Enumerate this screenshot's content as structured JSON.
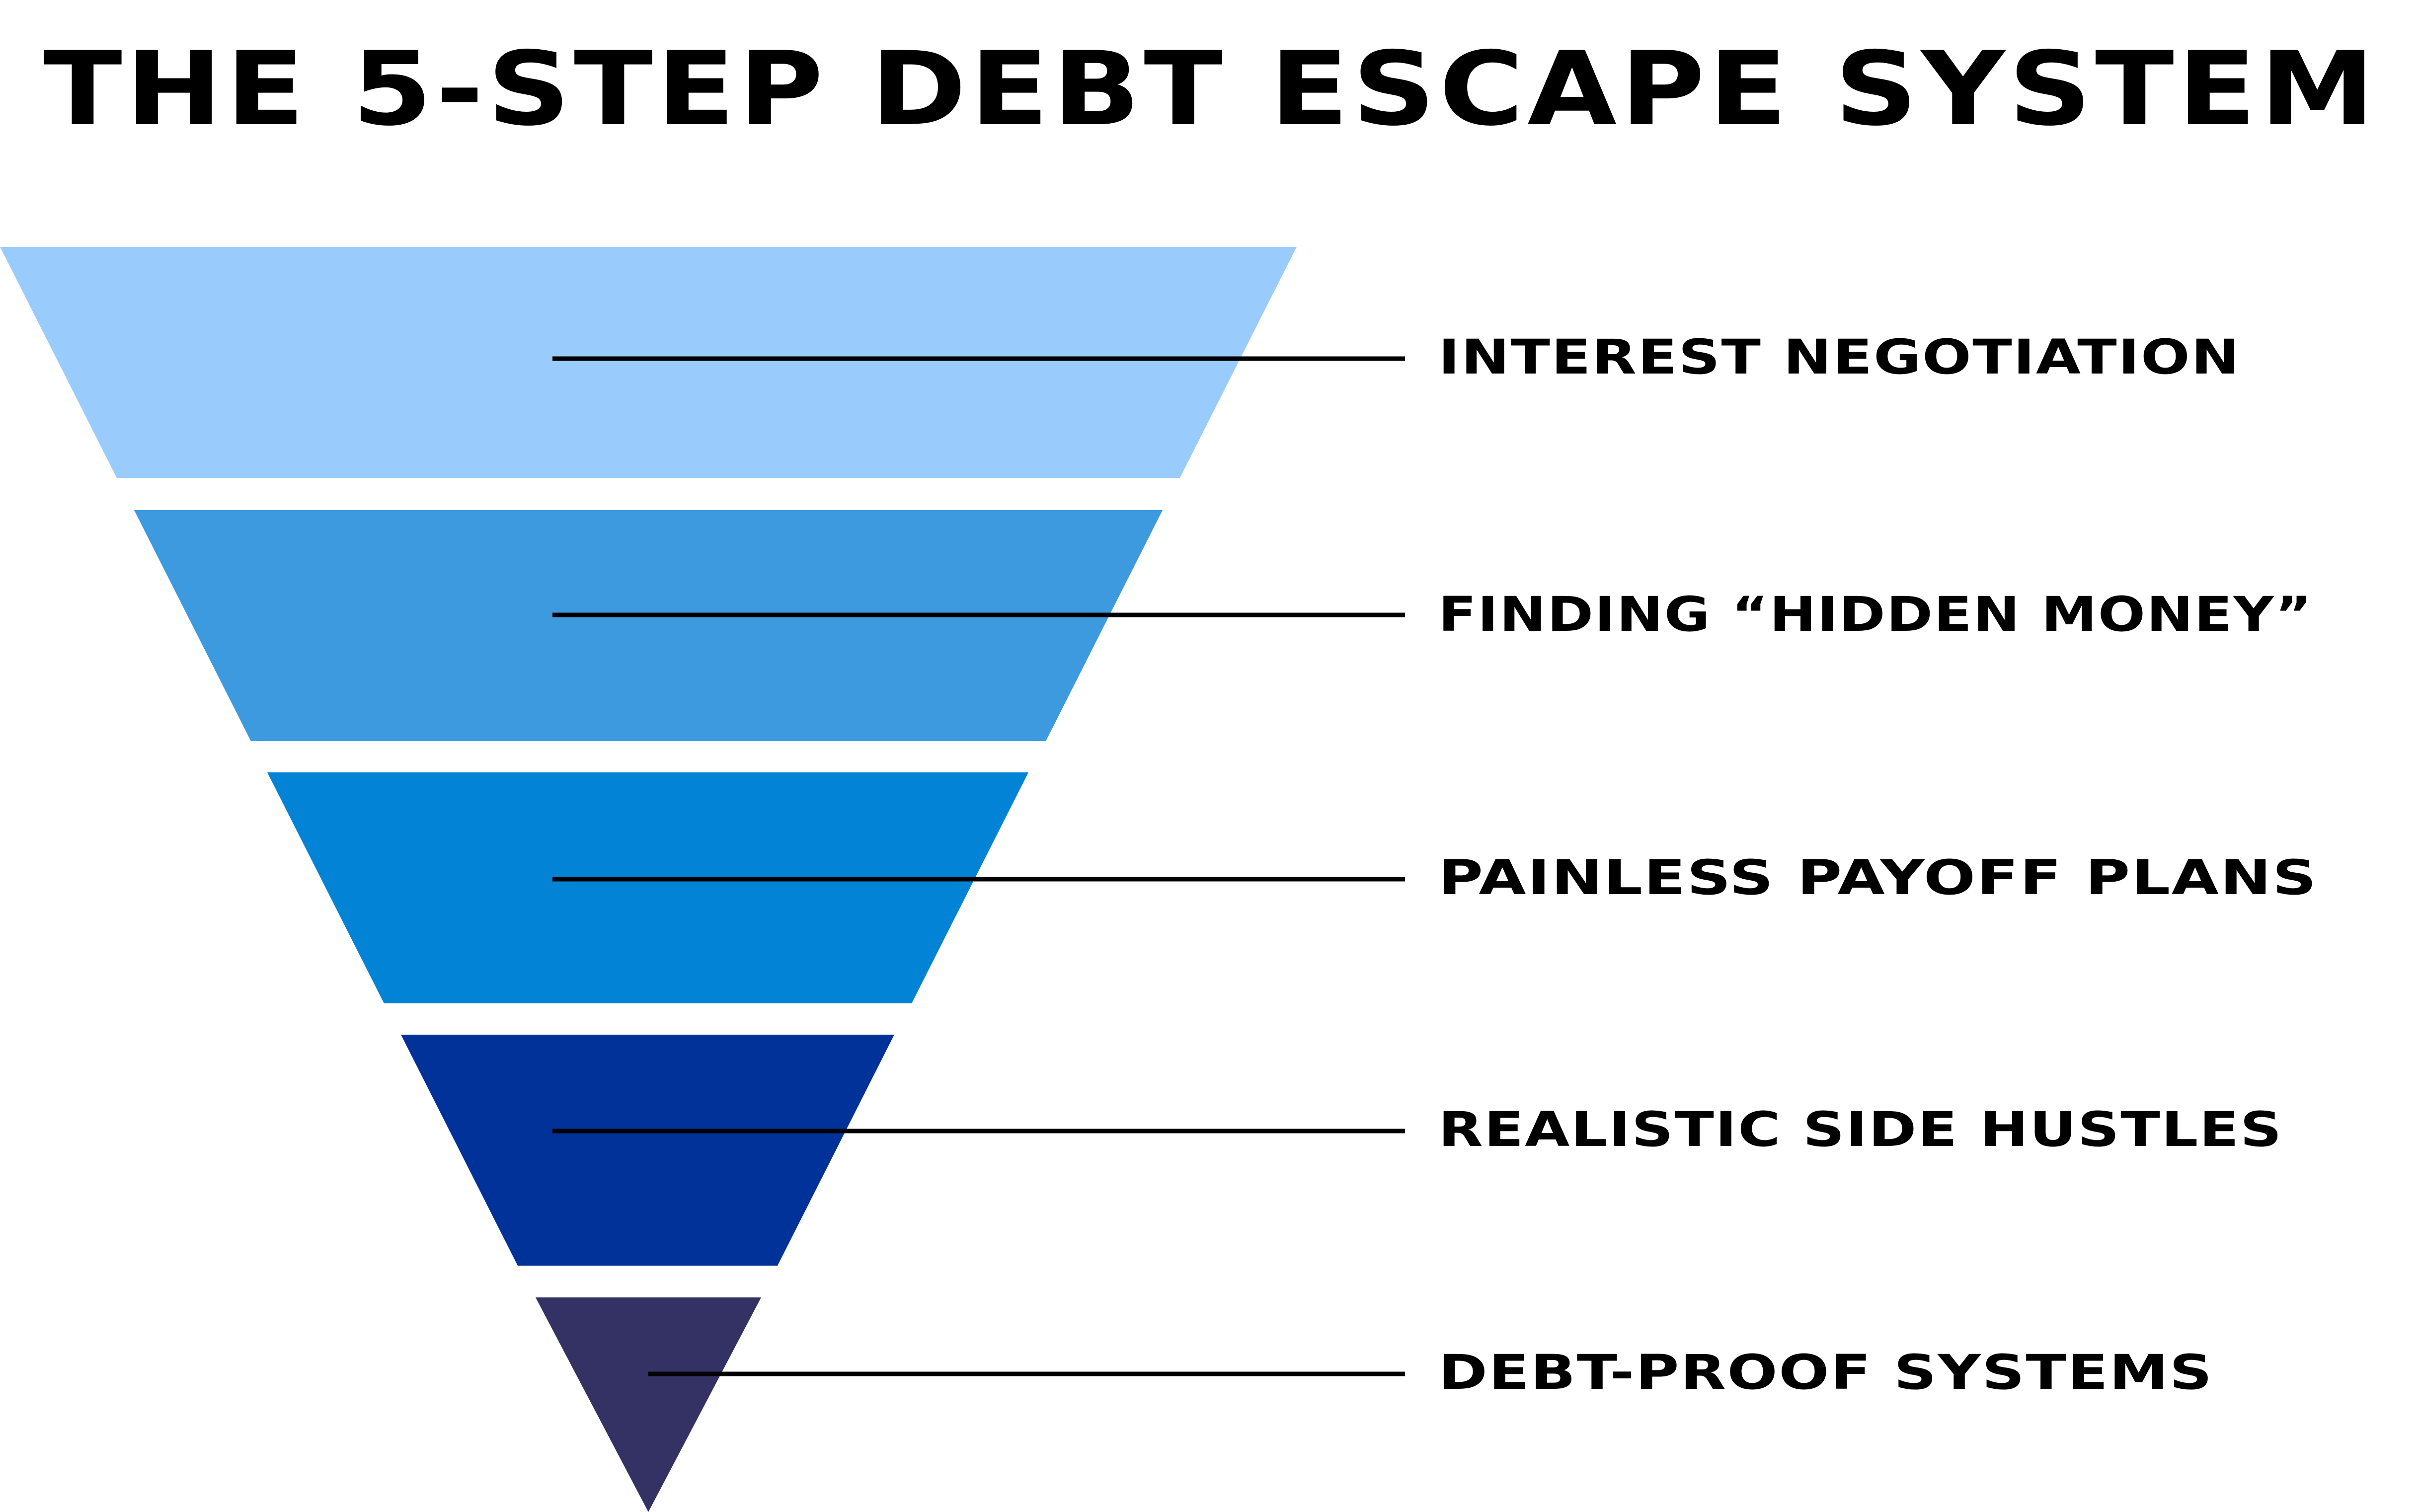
{
  "title": "THE 5-STEP DEBT ESCAPE SYSTEM",
  "funnel": {
    "steps": [
      {
        "label": "INTEREST NEGOTIATION",
        "color": "#99ccfc"
      },
      {
        "label": "FINDING “HIDDEN MONEY”",
        "color": "#3e9ade"
      },
      {
        "label": "PAINLESS PAYOFF PLANS",
        "color": "#0283d6"
      },
      {
        "label": "REALISTIC SIDE HUSTLES",
        "color": "#013299"
      },
      {
        "label": "DEBT-PROOF SYSTEMS",
        "color": "#343264"
      }
    ]
  }
}
